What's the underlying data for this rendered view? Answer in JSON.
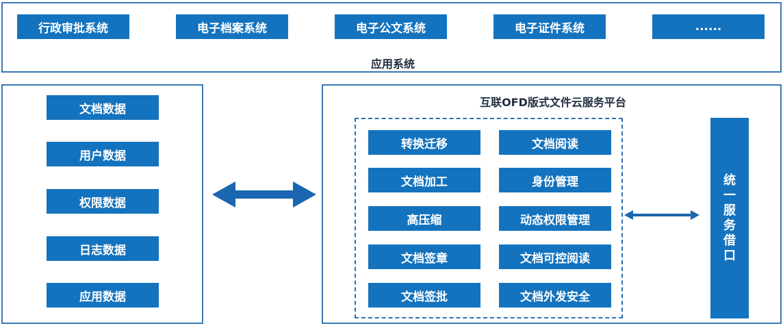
{
  "app_layer": {
    "label": "应用系统",
    "systems": [
      "行政审批系统",
      "电子档案系统",
      "电子公文系统",
      "电子证件系统",
      "......"
    ]
  },
  "data_layer": {
    "items": [
      "文档数据",
      "用户数据",
      "权限数据",
      "日志数据",
      "应用数据"
    ]
  },
  "platform": {
    "title": "互联OFD版式文件云服务平台",
    "services_left": [
      "转换迁移",
      "文档加工",
      "高压缩",
      "文档签章",
      "文档签批"
    ],
    "services_right": [
      "文档阅读",
      "身份管理",
      "动态权限管理",
      "文档可控阅读",
      "文档外发安全"
    ],
    "interface_label": [
      "统",
      "一",
      "服",
      "务",
      "借",
      "口"
    ]
  },
  "colors": {
    "box_fill": "#1473be",
    "frame_border": "#3a78b4",
    "arrow": "#1a66b0"
  },
  "icons": {
    "big_arrow": "double-headed-arrow",
    "small_arrow": "double-headed-arrow"
  }
}
